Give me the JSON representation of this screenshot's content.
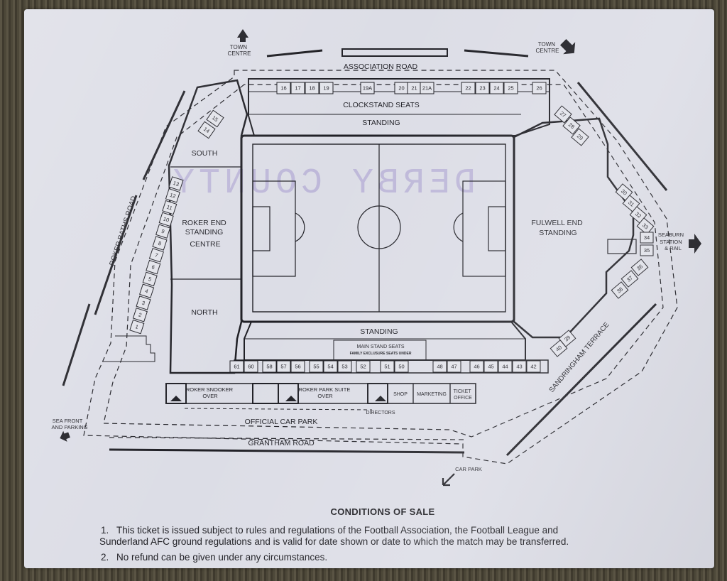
{
  "roads": {
    "association_road": "ASSOCIATION ROAD",
    "roker_baths_road": "ROKER BATHS ROAD",
    "grantham_road": "GRANTHAM ROAD",
    "sandringham_terrace": "SANDRINGHAM TERRACE",
    "official_car_park": "OFFICIAL CAR PARK"
  },
  "directions": {
    "town_centre": [
      "TOWN",
      "CENTRE"
    ],
    "seaburn": [
      "SEABURN",
      "STATION",
      "& RAIL"
    ],
    "sea_front": [
      "SEA FRONT",
      "AND PARKING"
    ],
    "car_park": "CAR PARK"
  },
  "stands": {
    "clockstand": "CLOCKSTAND SEATS",
    "standing_top": "STANDING",
    "standing_bottom": "STANDING",
    "south": "SOUTH",
    "north": "NORTH",
    "roker_end": [
      "ROKER END",
      "STANDING",
      "CENTRE"
    ],
    "fulwell_end": [
      "FULWELL END",
      "STANDING"
    ],
    "main_stand": "MAIN STAND SEATS",
    "family_enclosure": "FAMILY EXCLUSURE SEATS UNDER"
  },
  "buildings": {
    "roker_snooker": [
      "ROKER SNOOKER",
      "OVER"
    ],
    "roker_park_suite": [
      "ROKER PARK SUITE",
      "OVER"
    ],
    "shop": "SHOP",
    "marketing": "MARKETING",
    "ticket_office": [
      "TICKET",
      "OFFICE"
    ],
    "directors": "DIRECTORS"
  },
  "stamp": "DERBY COUNTY",
  "turnstiles": {
    "top": [
      "16",
      "17",
      "18",
      "19",
      "19A",
      "20",
      "21",
      "21A",
      "22",
      "23",
      "24",
      "25",
      "26"
    ],
    "bottom": [
      "61",
      "60",
      "58",
      "57",
      "56",
      "55",
      "54",
      "53",
      "52",
      "51",
      "50",
      "48",
      "47",
      "46",
      "45",
      "44",
      "43",
      "42"
    ],
    "left": [
      "13",
      "12",
      "11",
      "10",
      "9",
      "8",
      "7",
      "6",
      "5",
      "4",
      "3",
      "2",
      "1"
    ],
    "south_corner": [
      "15",
      "14"
    ],
    "top_right": [
      "27",
      "28",
      "29"
    ],
    "right": [
      "30",
      "31",
      "32",
      "33",
      "34",
      "35",
      "36",
      "37",
      "38"
    ],
    "bottom_right": [
      "40",
      "39"
    ]
  },
  "conditions": {
    "title": "CONDITIONS OF SALE",
    "item1_num": "1.",
    "item1_a": "This ticket is issued subject to rules and regulations of the Football Association, the Football League and",
    "item1_b": "Sunderland AFC ground regulations and is valid for date shown or date to which the match may be transferred.",
    "item2_num": "2.",
    "item2": "No refund can be given under any circumstances."
  }
}
